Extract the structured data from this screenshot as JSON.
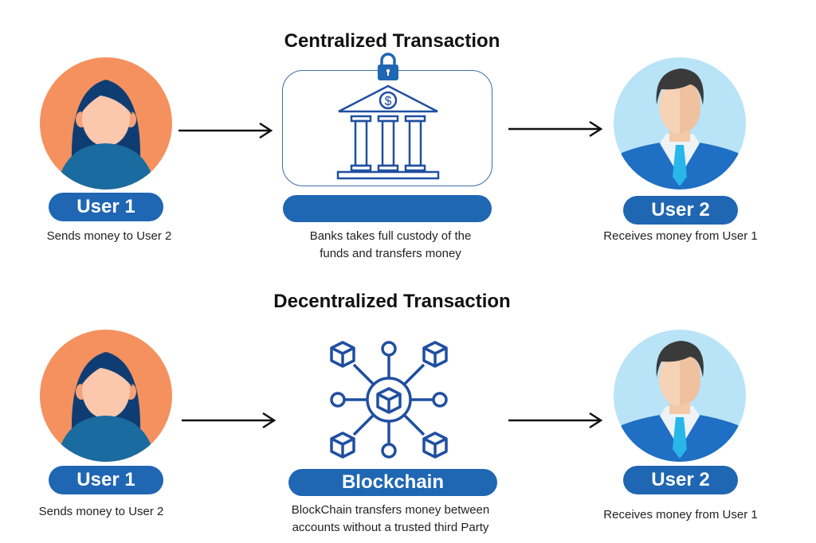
{
  "centralized": {
    "title": "Centralized Transaction",
    "sender": {
      "label": "User 1",
      "caption": "Sends money to User 2"
    },
    "intermediary": {
      "label": "",
      "caption_line1": "Banks takes full custody of the",
      "caption_line2": "funds and transfers money",
      "icon": "bank-icon",
      "lock_icon": "lock-icon"
    },
    "receiver": {
      "label": "User 2",
      "caption": "Receives money from User 1"
    }
  },
  "decentralized": {
    "title": "Decentralized Transaction",
    "sender": {
      "label": "User 1",
      "caption": "Sends money to User 2"
    },
    "intermediary": {
      "label": "Blockchain",
      "caption_line1": "BlockChain transfers money between",
      "caption_line2": "accounts without a trusted third Party",
      "icon": "blockchain-network-icon"
    },
    "receiver": {
      "label": "User 2",
      "caption": "Receives money from User 1"
    }
  },
  "colors": {
    "primary_blue": "#1f66b3",
    "female_bg": "#f4915e",
    "male_bg": "#b9e3f7",
    "arrow": "#111111"
  }
}
